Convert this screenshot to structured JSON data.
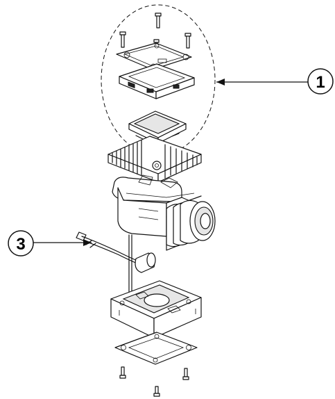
{
  "callouts": [
    {
      "id": "1",
      "label": "1"
    },
    {
      "id": "3",
      "label": "3"
    }
  ],
  "colors": {
    "line": "#111111",
    "background": "#ffffff"
  }
}
